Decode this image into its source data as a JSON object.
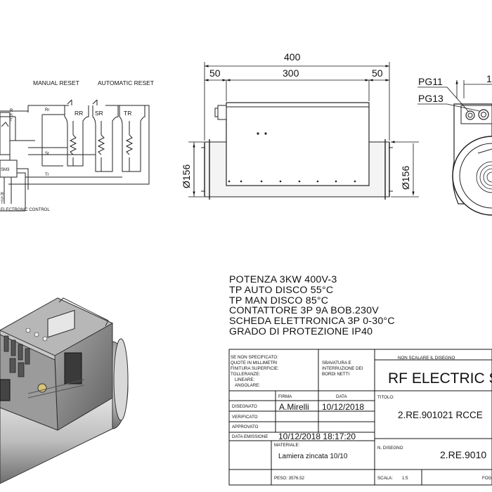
{
  "schematic": {
    "manual_reset": "MANUAL RESET",
    "automatic_reset": "AUTOMATIC RESET",
    "coils": [
      "RR",
      "SR",
      "TR"
    ],
    "wires": [
      "Rr",
      "Sr",
      "Tr"
    ],
    "left_labels": [
      "R",
      "S",
      "T",
      "SM3",
      "R",
      "S",
      "T"
    ],
    "electronic_control": "ELECTRONIC CONTROL"
  },
  "side_view": {
    "overall": "400",
    "left": "50",
    "middle": "300",
    "right": "50",
    "diameter_left": "Ø156",
    "diameter_right": "Ø156"
  },
  "end_view": {
    "gland_1": "PG11",
    "gland_2": "PG13",
    "cut_dim": "1"
  },
  "spec_lines": [
    "POTENZA 3KW 400V-3",
    "TP AUTO DISCO 55°C",
    "TP MAN DISCO 85°C",
    "CONTATTORE 3P 9A BOB.230V",
    "SCHEDA ELETTRONICA 3P 0-30°C",
    "GRADO DI PROTEZIONE IP40"
  ],
  "title_block": {
    "spec_notes": [
      "SE NON SPECIFICATO:",
      "QUOTE IN MILLIMETRI",
      "FINITURA SUPERFICIE:",
      "TOLLERANZE:",
      "LINEARE:",
      "ANGOLARE:"
    ],
    "deburr": [
      "SBAVATURA E",
      "INTERRUZIONE DEI",
      "BORDI NETTI"
    ],
    "no_scale": "NON SCALARE IL DISEGNO",
    "title_label": "TITOLO:",
    "title": "RF ELECTRIC S",
    "title_code": "2.RE.901021 RCCE",
    "col_firma": "FIRMA",
    "col_data": "DATA",
    "row_disegnato": "DISEGNATO",
    "row_verificato": "VERIFICATO",
    "row_approvato": "APPROVATO",
    "row_emissione": "DATA EMISSIONE",
    "drawn_by": "A.Mirelli",
    "drawn_date": "10/12/2018",
    "emission": "10/12/2018 18:17:20",
    "material_label": "MATERIALE:",
    "material": "Lamiera zincata 10/10",
    "drawing_no_label": "N. DISEGNO",
    "drawing_no": "2.RE.9010",
    "weight": "PESO: 3576.52",
    "scale_label": "SCALA:",
    "scale": "1:5",
    "sheet_label": "FOG"
  }
}
